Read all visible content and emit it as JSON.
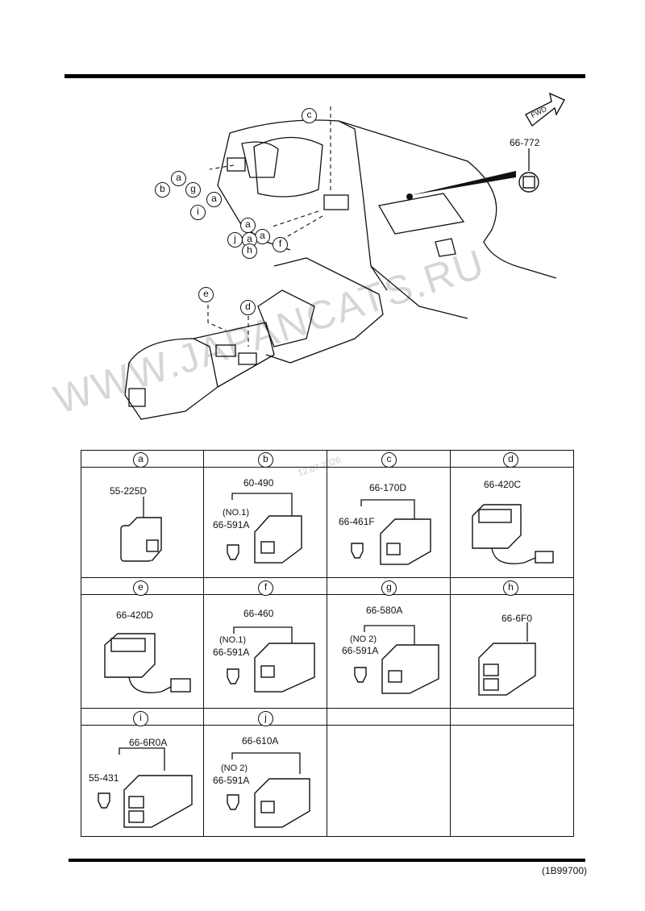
{
  "diagram": {
    "fwd_label": "FWD",
    "top_part": "66-772",
    "overview_callouts": [
      "c",
      "a",
      "b",
      "g",
      "a",
      "i",
      "a",
      "e",
      "d",
      "a",
      "j",
      "a",
      "h",
      "f"
    ]
  },
  "cells": [
    {
      "letter": "a",
      "parts": [
        "55-225D"
      ]
    },
    {
      "letter": "b",
      "parts": [
        "60-490",
        "(NO.1)",
        "66-591A"
      ]
    },
    {
      "letter": "c",
      "parts": [
        "66-170D",
        "66-461F"
      ]
    },
    {
      "letter": "d",
      "parts": [
        "66-420C"
      ]
    },
    {
      "letter": "e",
      "parts": [
        "66-420D"
      ]
    },
    {
      "letter": "f",
      "parts": [
        "66-460",
        "(NO.1)",
        "66-591A"
      ]
    },
    {
      "letter": "g",
      "parts": [
        "66-580A",
        "(NO 2)",
        "66-591A"
      ]
    },
    {
      "letter": "h",
      "parts": [
        "66-6F0"
      ]
    },
    {
      "letter": "i",
      "parts": [
        "66-6R0A",
        "55-431"
      ]
    },
    {
      "letter": "j",
      "parts": [
        "66-610A",
        "(NO 2)",
        "66-591A"
      ]
    }
  ],
  "watermark": "WWW.JAPANCATS.RU",
  "stamp": "12.07.2026",
  "doc_code": "(1B99700)"
}
